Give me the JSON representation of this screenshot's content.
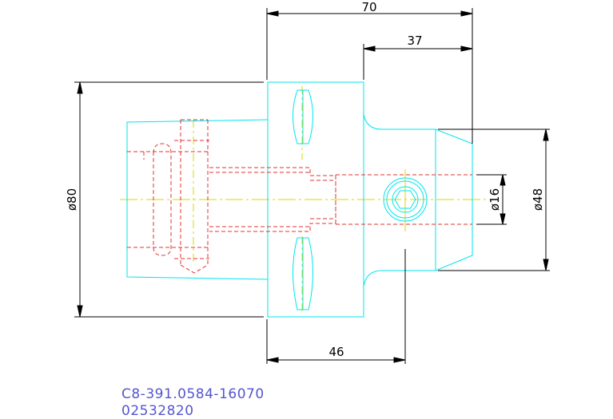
{
  "dimensions": {
    "overall_length": "70",
    "nose_length": "37",
    "flange_to_center": "46",
    "flange_diameter": "ø80",
    "nose_diameter": "ø48",
    "bore_diameter": "ø16"
  },
  "part_numbers": {
    "line1": "C8-391.0584-16070",
    "line2": "02532820"
  },
  "colors": {
    "outline": "#00e5ee",
    "hidden": "#e63030",
    "centerline": "#d8d800",
    "dimension": "#000000",
    "caption": "#5555d0"
  }
}
